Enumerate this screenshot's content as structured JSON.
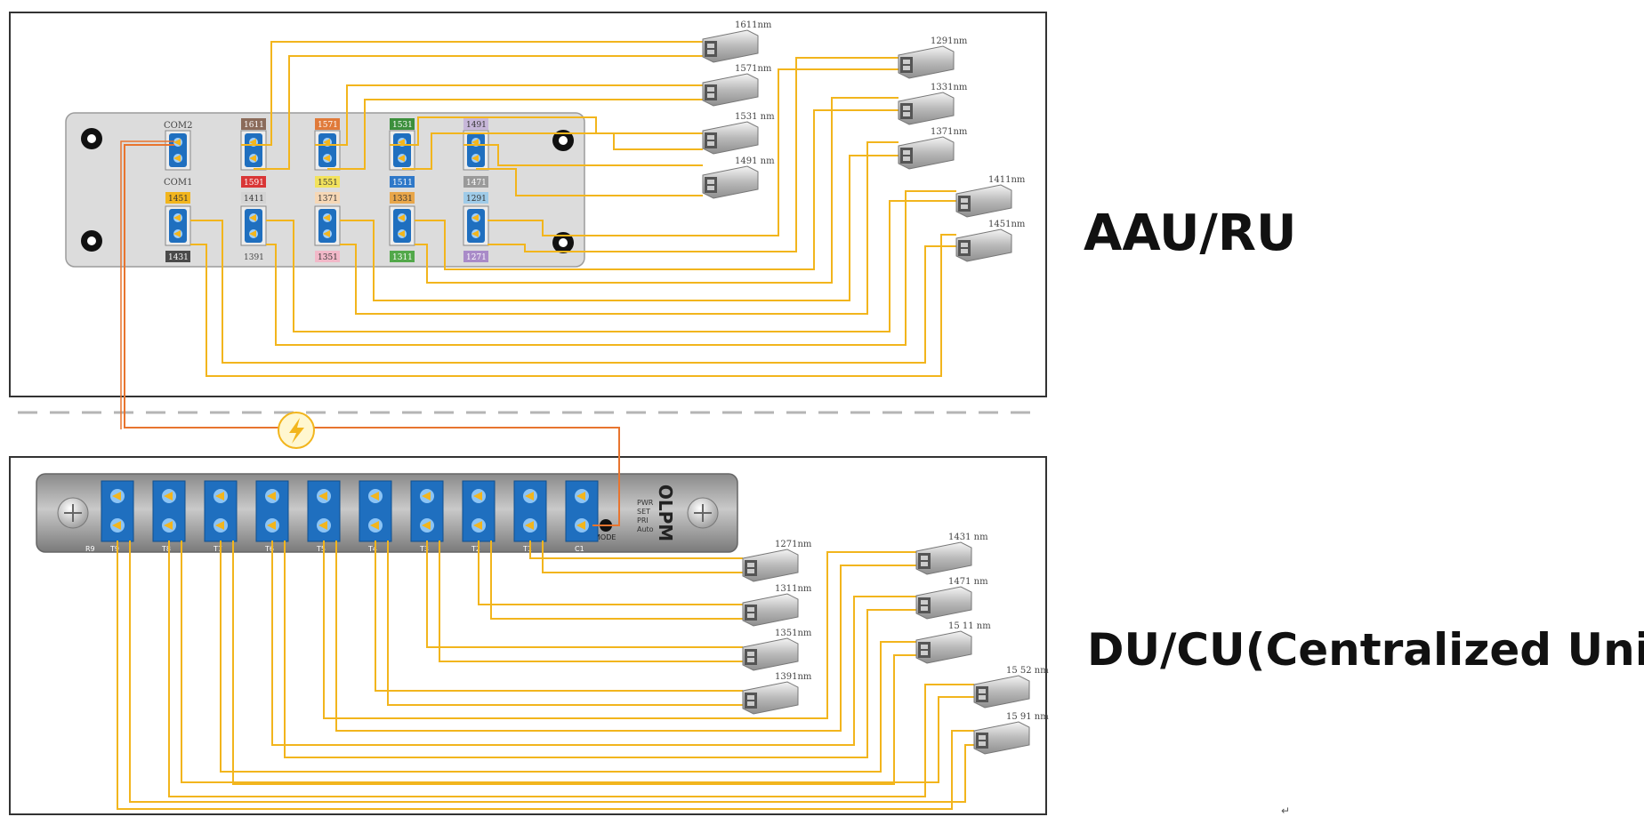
{
  "labels": {
    "aau": "AAU/RU",
    "du": "DU/CU(Centralized Unit)",
    "return_mark": "↵"
  },
  "colors": {
    "fiber": "#f2b51d",
    "trunk": "#e8752f",
    "panel": "#dcdcdc",
    "port_blue": "#1f6fbf",
    "frame": "#333333",
    "dash": "#b5b5b5"
  },
  "aau_panel": {
    "com_top": "COM2",
    "com_bottom": "COM1",
    "top_row_tags": [
      "1611",
      "1571",
      "1531",
      "1491"
    ],
    "top_row_tags_below": [
      "1591",
      "1551",
      "1511",
      "1471"
    ],
    "bottom_row_tags": [
      "1451",
      "1411",
      "1371",
      "1331",
      "1291"
    ],
    "bottom_row_tags_below": [
      "1431",
      "1391",
      "1351",
      "1311",
      "1271"
    ],
    "modules_left": [
      "1611nm",
      "1571nm",
      "1531 nm",
      "1491 nm"
    ],
    "modules_right": [
      "1291nm",
      "1331nm",
      "1371nm",
      "1411nm",
      "1451nm"
    ]
  },
  "olpm_panel": {
    "title": "OLPM",
    "indicators": [
      "PWR",
      "SET",
      "PRI",
      "Auto"
    ],
    "mode": "MODE",
    "port_left": "R9",
    "ports": [
      "T9",
      "T8",
      "T7",
      "T6",
      "T5",
      "T4",
      "T3",
      "T2",
      "T1",
      "C1"
    ],
    "modules_left": [
      "1271nm",
      "1311nm",
      "1351nm",
      "1391nm"
    ],
    "modules_right": [
      "1431 nm",
      "1471 nm",
      "15 11 nm",
      "15 52 nm",
      "15 91 nm"
    ]
  }
}
